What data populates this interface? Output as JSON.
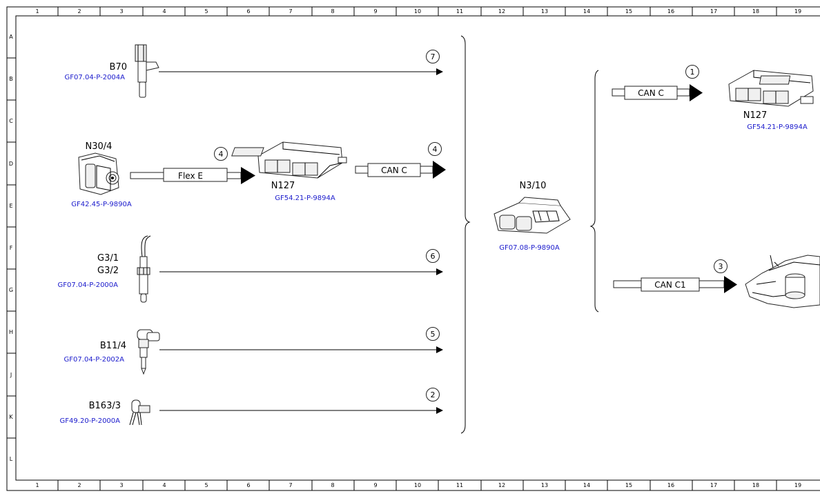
{
  "ruler": {
    "columns": [
      "1",
      "2",
      "3",
      "4",
      "5",
      "6",
      "7",
      "8",
      "9",
      "10",
      "11",
      "12",
      "13",
      "14",
      "15",
      "16",
      "17",
      "18",
      "19"
    ],
    "rows": [
      "A",
      "B",
      "C",
      "D",
      "E",
      "F",
      "G",
      "H",
      "J",
      "K",
      "L"
    ]
  },
  "components": {
    "b70": {
      "label": "B70",
      "ref": "GF07.04-P-2004A"
    },
    "n30_4": {
      "label": "N30/4",
      "ref": "GF42.45-P-9890A"
    },
    "n127_left": {
      "label": "N127",
      "ref": "GF54.21-P-9894A"
    },
    "g3": {
      "label_1": "G3/1",
      "label_2": "G3/2",
      "ref": "GF07.04-P-2000A"
    },
    "b11_4": {
      "label": "B11/4",
      "ref": "GF07.04-P-2002A"
    },
    "b163_3": {
      "label": "B163/3",
      "ref": "GF49.20-P-2000A"
    },
    "n3_10": {
      "label": "N3/10",
      "ref": "GF07.08-P-9890A"
    },
    "n127_right": {
      "label": "N127",
      "ref": "GF54.21-P-9894A"
    }
  },
  "signals": {
    "b70": "7",
    "flex_e": "4",
    "can_c_left": "4",
    "g3": "6",
    "b11_4": "5",
    "b163_3": "2",
    "can_c_right": "1",
    "can_c1": "3"
  },
  "buses": {
    "flex_e": "Flex E",
    "can_c_left": "CAN C",
    "can_c_right": "CAN C",
    "can_c1": "CAN C1"
  }
}
